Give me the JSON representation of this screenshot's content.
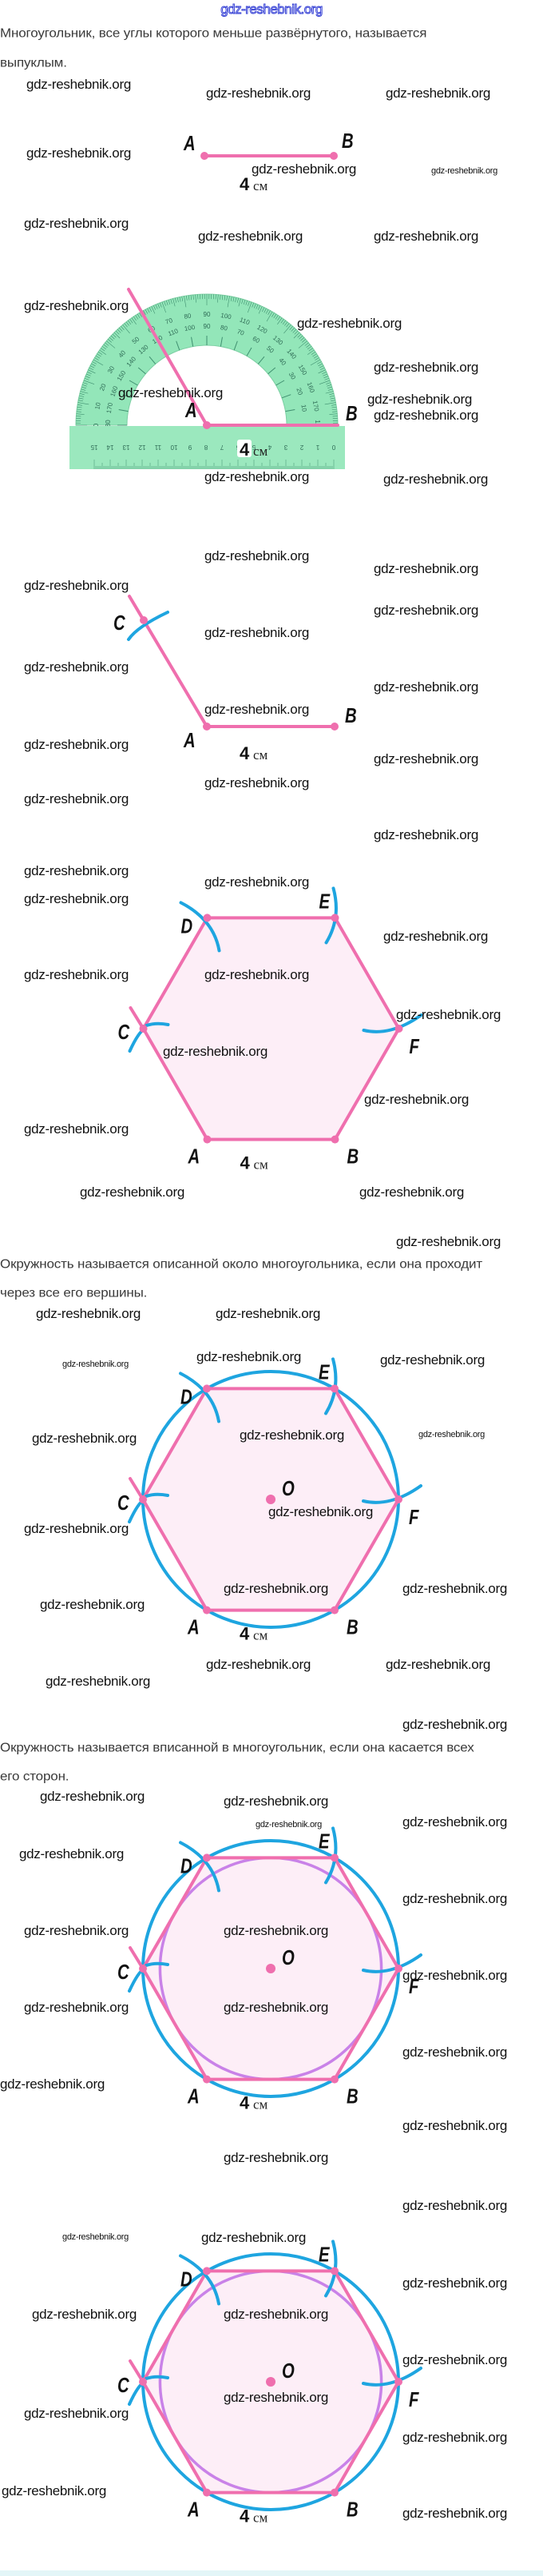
{
  "header": {
    "site_link": "gdz-reshebnik.org"
  },
  "watermark": "gdz-reshebnik.org",
  "paragraphs": [
    {
      "line1": "Многоугольник, все углы которого меньше развёрнутого, называется",
      "line2": "выпуклым."
    },
    {
      "line1": "Окружность называется описанной около многоугольника, если она проходит",
      "line2": "через все его вершины."
    },
    {
      "line1": "Окружность называется вписанной в многоугольник, если она касается всех",
      "line2": "его сторон."
    }
  ],
  "figures": {
    "length_value": "4",
    "length_unit": "см",
    "center_label": "O",
    "vertex_labels": {
      "A": "A",
      "B": "B",
      "C": "C",
      "D": "D",
      "E": "E",
      "F": "F"
    }
  },
  "protractor": {
    "step": 10,
    "max": 180
  },
  "ruler": {
    "labels": [
      "0",
      "1",
      "2",
      "3",
      "4",
      "5",
      "6",
      "7",
      "8",
      "9",
      "10",
      "11",
      "12",
      "13",
      "14",
      "15"
    ]
  },
  "colors": {
    "segment": "#ef6fae",
    "fill": "#fdeef7",
    "compass_arc": "#1ea5e0",
    "inscribed": "#c982e8",
    "protractor": "#93e6b9"
  }
}
